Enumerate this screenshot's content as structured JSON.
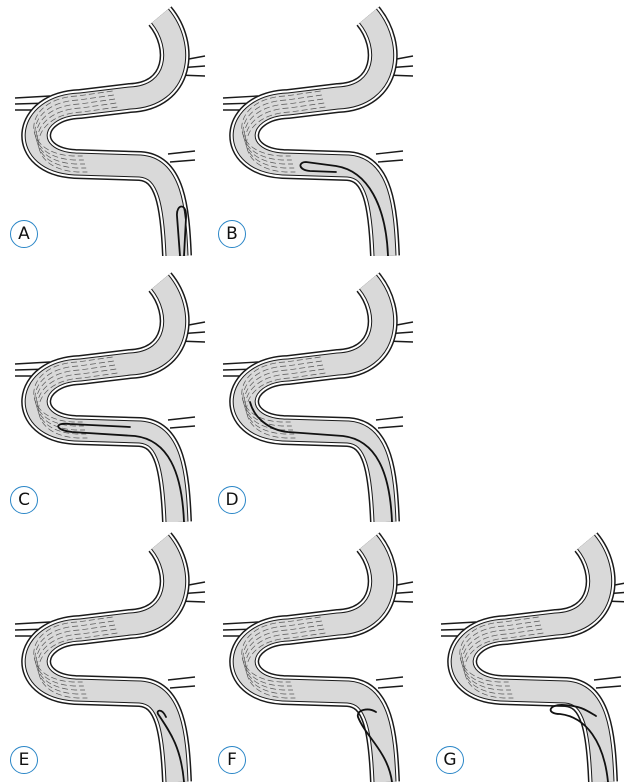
{
  "figure": {
    "panels": [
      {
        "label": "A",
        "stent_color": "#555555",
        "device": "tip-distal"
      },
      {
        "label": "B",
        "stent_color": "#555555",
        "device": "bulge-mid"
      },
      {
        "label": "C",
        "stent_color": "#555555",
        "device": "loop-proximal"
      },
      {
        "label": "D",
        "stent_color": "#555555",
        "device": "tip-proximal"
      },
      {
        "label": "E",
        "stent_color": "#555555",
        "device": "wire-distal"
      },
      {
        "label": "F",
        "stent_color": "#555555",
        "device": "wire-kink"
      },
      {
        "label": "G",
        "stent_color": "#555555",
        "device": "wire-hook"
      }
    ],
    "vessel_fill": "#d9d9d9",
    "outline_color": "#1a1a1a",
    "label_ring_color": "#2a86c7"
  }
}
